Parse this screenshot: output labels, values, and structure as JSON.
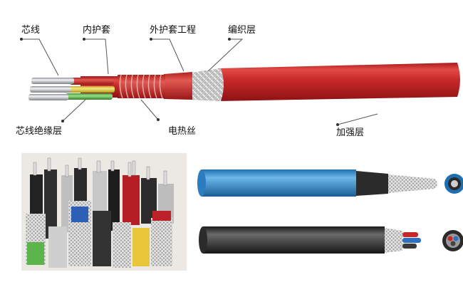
{
  "labels": {
    "core": "芯线",
    "inner_sheath": "内护套",
    "outer_sheath": "外护套工程",
    "braid": "编织层",
    "core_insulation": "芯线绝缘层",
    "heating_wire": "电热丝",
    "reinforcement": "加强层"
  },
  "colors": {
    "sheath_red": "#c8282a",
    "sheath_blue": "#3b8fcf",
    "sheath_black": "#3a3a3a",
    "braid_silver": "#cfcfcf",
    "core_silver": "#bfc3c8",
    "insulation_yellow": "#e7d24a",
    "insulation_green": "#5fb650",
    "leader_line": "#555555"
  }
}
